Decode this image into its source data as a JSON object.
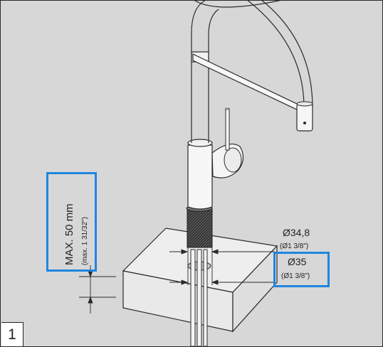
{
  "step_number": "1",
  "max_height": {
    "metric": "MAX. 50 mm",
    "imperial": "(max. 1 31/32\")"
  },
  "faucet_diameter": {
    "metric": "Ø34,8",
    "imperial": "(Ø1 3/8\")"
  },
  "hole_diameter": {
    "metric": "Ø35",
    "imperial": "(Ø1 3/8\")"
  },
  "colors": {
    "highlight": "#1f86e0",
    "background": "#d7d7d7",
    "line": "#2a2a2a"
  }
}
